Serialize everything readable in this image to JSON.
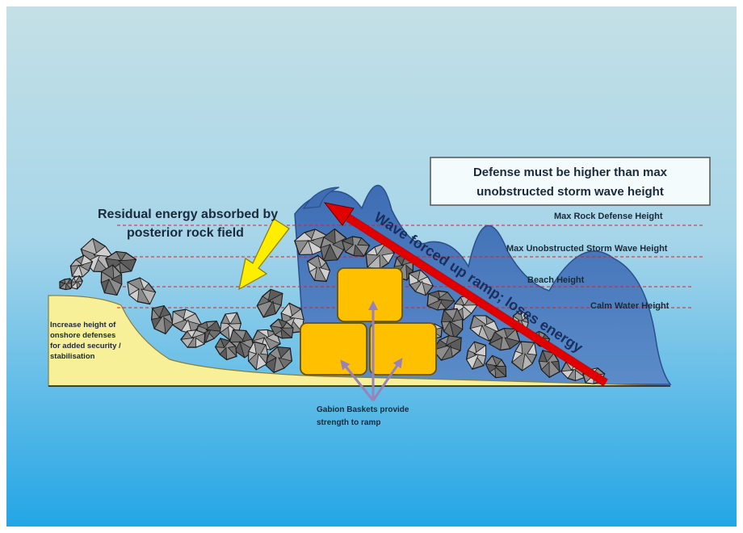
{
  "callout_box": {
    "line1": "Defense must be higher than max",
    "line2": "unobstructed storm wave height"
  },
  "levels": [
    {
      "label": "Max Rock Defense Height"
    },
    {
      "label": "Max Unobstructed Storm Wave Height"
    },
    {
      "label": "Beach Height"
    },
    {
      "label": "Calm Water Height"
    }
  ],
  "residual_energy": {
    "line1": "Residual energy absorbed by",
    "line2": "posterior rock field"
  },
  "onshore_note": {
    "line1": "Increase height of",
    "line2": "onshore defenses",
    "line3": "for added security /",
    "line4": "stabilisation"
  },
  "wave_label": "Wave forced up ramp; loses energy",
  "gabion_note": {
    "line1": "Gabion Baskets provide",
    "line2": "strength  to   ramp"
  },
  "colors": {
    "sky_top": "#c2dfe6",
    "sky_bottom": "#29a9e6",
    "sand": "#f8ef99",
    "water": "#4f7fc2",
    "rock": "#8a8a8a",
    "gabion": "#ffc000",
    "red_arrow": "#e00000",
    "yellow_arrow": "#ffee00",
    "dashed_line": "#e02020",
    "gabion_arrow": "#9a82b8"
  },
  "icons": {
    "red_arrow": "arrow-up-left-icon",
    "yellow_arrow": "arrow-down-left-icon",
    "gabion_arrows": "arrow-up-icon"
  }
}
